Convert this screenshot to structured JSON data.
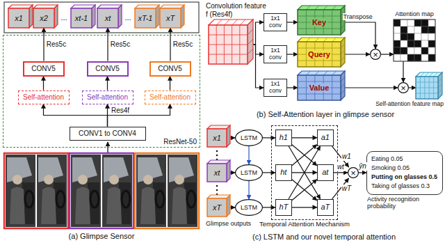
{
  "diagram": {
    "nodes": [
      {
        "text": [
          "x1"
        ]
      },
      {
        "text": [
          "x2"
        ]
      },
      {
        "text": [
          "xt-1"
        ]
      },
      {
        "text": [
          "xt"
        ]
      },
      {
        "text": [
          "xT-1"
        ]
      },
      {
        "text": [
          "xT"
        ]
      },
      {
        "text": [
          "ResNet-50"
        ]
      },
      {
        "text": [
          "CONV5"
        ],
        "in": 6
      },
      {
        "text": [
          "CONV5"
        ],
        "in": 6
      },
      {
        "text": [
          "CONV5"
        ],
        "in": 6
      },
      {
        "text": [
          "Self-attention"
        ],
        "in": 6
      },
      {
        "text": [
          "Self-attention"
        ],
        "in": 6
      },
      {
        "text": [
          "Self-attention"
        ],
        "in": 6
      },
      {
        "text": [
          "CONV1 to CONV4"
        ],
        "in": 6
      },
      {
        "text": [
          "Convolution feature f (Res4f)"
        ]
      },
      {
        "text": [
          "1x1 conv"
        ]
      },
      {
        "text": [
          "1x1 conv"
        ]
      },
      {
        "text": [
          "1x1 conv"
        ]
      },
      {
        "text": [
          "Key"
        ]
      },
      {
        "text": [
          "Query"
        ]
      },
      {
        "text": [
          "Value"
        ]
      },
      {
        "text": [
          "×"
        ]
      },
      {
        "text": [
          "Attention map"
        ]
      },
      {
        "text": [
          "×"
        ]
      },
      {
        "text": [
          "Self-attention feature map"
        ]
      },
      {
        "text": [
          "x1"
        ]
      },
      {
        "text": [
          "xt"
        ]
      },
      {
        "text": [
          "xT"
        ]
      },
      {
        "text": [
          "LSTM"
        ]
      },
      {
        "text": [
          "LSTM"
        ]
      },
      {
        "text": [
          "LSTM"
        ]
      },
      {
        "text": [
          "Temporal Attention Mechanism"
        ]
      },
      {
        "text": [
          "h1"
        ],
        "in": 31
      },
      {
        "text": [
          "ht"
        ],
        "in": 31
      },
      {
        "text": [
          "hT"
        ],
        "in": 31
      },
      {
        "text": [
          "a1"
        ],
        "in": 31
      },
      {
        "text": [
          "at"
        ],
        "in": 31
      },
      {
        "text": [
          "aT"
        ],
        "in": 31
      },
      {
        "text": [
          "×"
        ]
      },
      {
        "text": [
          "Eating 0.05",
          "Smoking 0.05",
          "Putting on glasses 0.5",
          "Taking of glasses 0.3",
          "Activity recognition probability"
        ]
      }
    ],
    "edges": [
      {
        "from": 13,
        "to": 10,
        "arrow": "to"
      },
      {
        "from": 13,
        "to": 11,
        "arrow": "to"
      },
      {
        "from": 13,
        "to": 12,
        "arrow": "to"
      },
      {
        "from": 10,
        "to": 7,
        "arrow": "to"
      },
      {
        "from": 11,
        "to": 8,
        "arrow": "to"
      },
      {
        "from": 12,
        "to": 9,
        "arrow": "to"
      },
      {
        "from": 7,
        "to": 1,
        "label": "Res5c",
        "arrow": "to"
      },
      {
        "from": 8,
        "to": 3,
        "label": "Res5c",
        "arrow": "to"
      },
      {
        "from": 9,
        "to": 5,
        "label": "Res5c",
        "arrow": "to"
      },
      {
        "from": 14,
        "to": 15,
        "arrow": "to"
      },
      {
        "from": 14,
        "to": 16,
        "arrow": "to"
      },
      {
        "from": 14,
        "to": 17,
        "arrow": "to"
      },
      {
        "from": 15,
        "to": 18,
        "arrow": "to"
      },
      {
        "from": 16,
        "to": 19,
        "arrow": "to"
      },
      {
        "from": 17,
        "to": 20,
        "arrow": "to"
      },
      {
        "from": 18,
        "to": 21,
        "label": "Transpose",
        "arrow": "to"
      },
      {
        "from": 19,
        "to": 21,
        "arrow": "to"
      },
      {
        "from": 21,
        "to": 22,
        "arrow": "to"
      },
      {
        "from": 22,
        "to": 23,
        "arrow": "to"
      },
      {
        "from": 20,
        "to": 23,
        "arrow": "to"
      },
      {
        "from": 23,
        "to": 24,
        "arrow": "to"
      },
      {
        "from": 25,
        "to": 28,
        "arrow": "to"
      },
      {
        "from": 26,
        "to": 29,
        "arrow": "to"
      },
      {
        "from": 27,
        "to": 30,
        "arrow": "to"
      },
      {
        "from": 28,
        "to": 29,
        "arrow": "to"
      },
      {
        "from": 29,
        "to": 30,
        "arrow": "to"
      },
      {
        "from": 28,
        "to": 32,
        "arrow": "to"
      },
      {
        "from": 29,
        "to": 33,
        "arrow": "to"
      },
      {
        "from": 30,
        "to": 34,
        "arrow": "to"
      },
      {
        "from": 32,
        "to": 35,
        "arrow": "to"
      },
      {
        "from": 32,
        "to": 36,
        "arrow": "to"
      },
      {
        "from": 32,
        "to": 37,
        "arrow": "to"
      },
      {
        "from": 33,
        "to": 35,
        "arrow": "to"
      },
      {
        "from": 33,
        "to": 36,
        "arrow": "to"
      },
      {
        "from": 33,
        "to": 37,
        "arrow": "to"
      },
      {
        "from": 34,
        "to": 35,
        "arrow": "to"
      },
      {
        "from": 34,
        "to": 36,
        "arrow": "to"
      },
      {
        "from": 34,
        "to": 37,
        "arrow": "to"
      },
      {
        "from": 35,
        "to": 38,
        "label": "w1",
        "arrow": "to"
      },
      {
        "from": 36,
        "to": 38,
        "label": "wt",
        "arrow": "to"
      },
      {
        "from": 37,
        "to": 38,
        "label": "wT",
        "arrow": "to"
      },
      {
        "from": 38,
        "to": 39,
        "label": "ŷn",
        "arrow": "to"
      }
    ],
    "labels": [
      "...",
      "...",
      "Res4f",
      "(a) Glimpse Sensor",
      "(b) Self-Attention layer in glimpse sensor",
      "Glimpse outputs",
      "(c) LSTM and our novel temporal attention"
    ]
  }
}
